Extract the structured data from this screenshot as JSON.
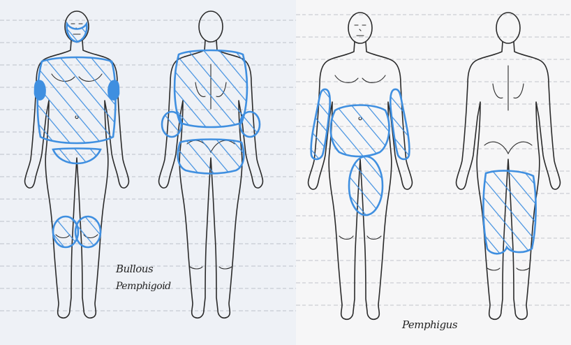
{
  "colors": {
    "marker_blue": "#3f8fe0",
    "line_ink": "#2a2a2a",
    "left_background": "#eef1f6",
    "right_background": "#f6f6f7"
  },
  "annotations": {
    "bullous_line1": "Bullous",
    "bullous_line2": "Pemphigoid",
    "pemphigus": "Pemphigus"
  },
  "figures": [
    {
      "label": "front",
      "affected": [
        "face",
        "chest",
        "axillae",
        "abdomen",
        "groin",
        "knees"
      ]
    },
    {
      "label": "back",
      "affected": [
        "upper back",
        "flanks",
        "buttocks",
        "elbows"
      ]
    },
    {
      "label": "front",
      "affected": [
        "arms",
        "abdomen",
        "thigh"
      ]
    },
    {
      "label": "back",
      "affected": [
        "posterior thigh"
      ]
    }
  ]
}
